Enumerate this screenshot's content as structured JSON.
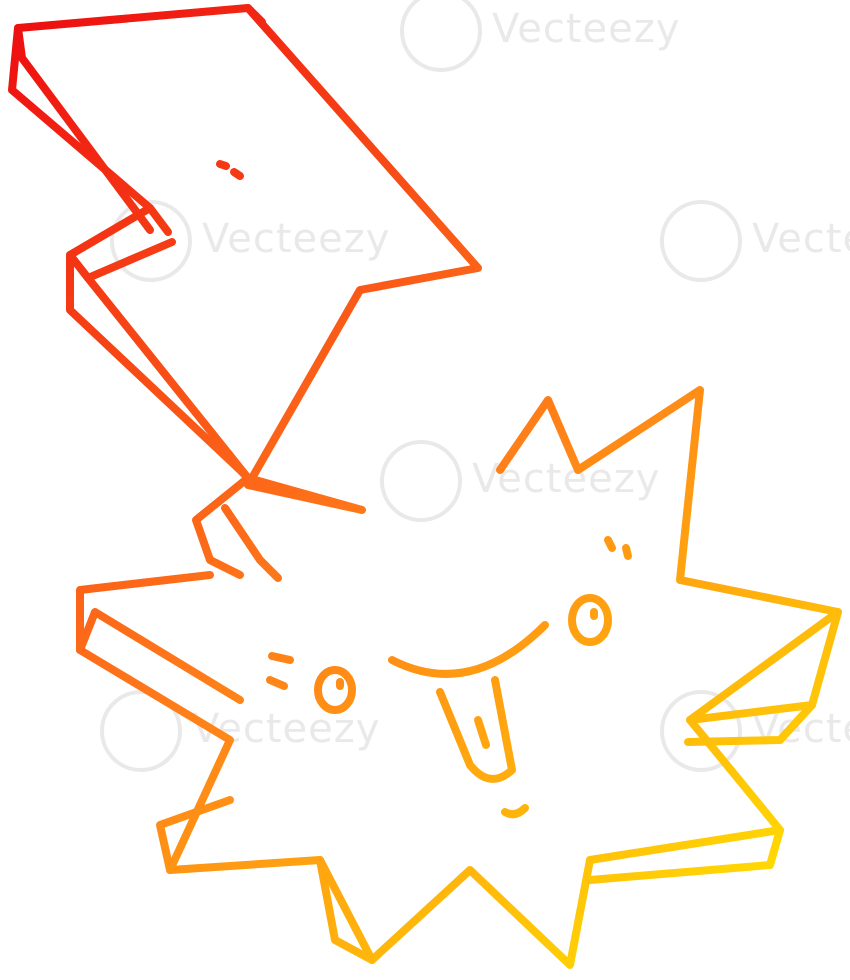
{
  "illustration": {
    "subject": "cartoon lightning bolt striking a smiling explosion star",
    "icon": "lightning-bolt-explosion",
    "colors": {
      "gradient_start": "#ee1111",
      "gradient_mid": "#ff7a1a",
      "gradient_end": "#ffe600",
      "background": "#ffffff"
    }
  },
  "watermark": {
    "text": "Vecteezy"
  }
}
